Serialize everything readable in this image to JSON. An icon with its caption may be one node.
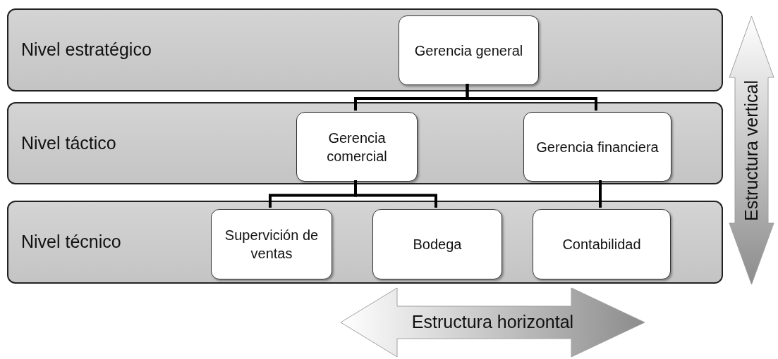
{
  "diagram": {
    "nodes": [
      {
        "text": [
          "Nivel estratégico"
        ]
      },
      {
        "text": [
          "Gerencia general"
        ],
        "in": 0
      },
      {
        "text": [
          "Nivel táctico"
        ]
      },
      {
        "text": [
          "Gerencia comercial"
        ],
        "in": 2
      },
      {
        "text": [
          "Gerencia financiera"
        ],
        "in": 2
      },
      {
        "text": [
          "Nivel técnico"
        ]
      },
      {
        "text": [
          "Supervición de ventas"
        ],
        "in": 5
      },
      {
        "text": [
          "Bodega"
        ],
        "in": 5
      },
      {
        "text": [
          "Contabilidad"
        ],
        "in": 5
      },
      {
        "text": [
          "Estructura vertical"
        ]
      },
      {
        "text": [
          "Estructura horizontal"
        ]
      }
    ],
    "edges": [
      {
        "from": 1,
        "to": 3,
        "arrow": "none"
      },
      {
        "from": 1,
        "to": 4,
        "arrow": "none"
      },
      {
        "from": 3,
        "to": 6,
        "arrow": "none"
      },
      {
        "from": 3,
        "to": 7,
        "arrow": "none"
      },
      {
        "from": 4,
        "to": 8,
        "arrow": "none"
      }
    ]
  }
}
